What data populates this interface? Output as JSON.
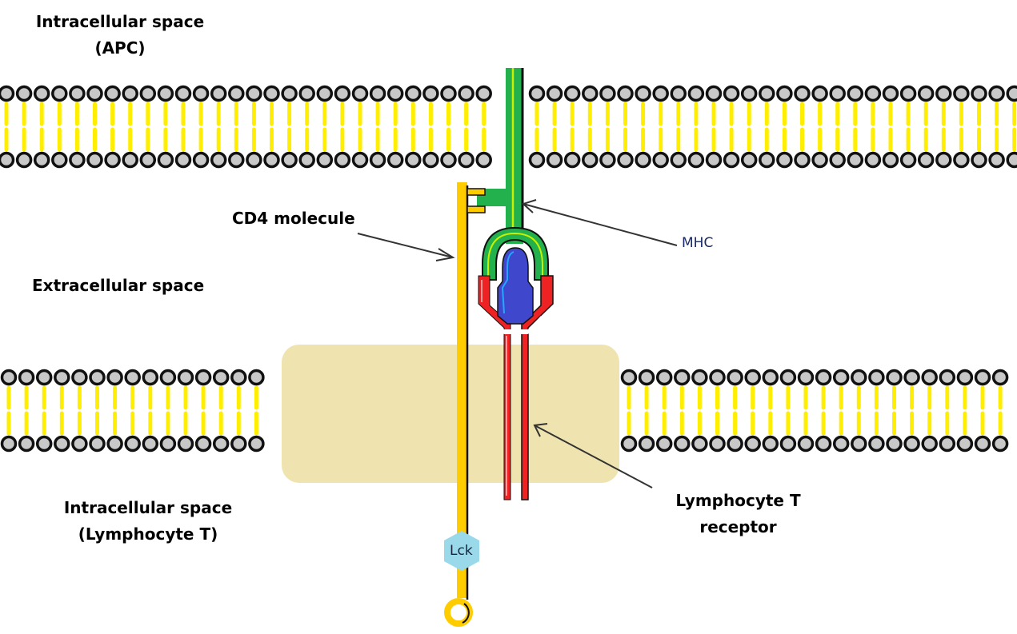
{
  "diagram": {
    "title": "CD4 / MHC / T-cell receptor interaction across membranes",
    "labels": {
      "apc_space_line1": "Intracellular space",
      "apc_space_line2": "(APC)",
      "extracellular": "Extracellular space",
      "tcell_space_line1": "Intracellular space",
      "tcell_space_line2": "(Lymphocyte T)",
      "cd4": "CD4 molecule",
      "mhc": "MHC",
      "tcr_line1": "Lymphocyte T",
      "tcr_line2": "receptor",
      "lck": "Lck"
    },
    "components": [
      {
        "id": "apc-membrane",
        "name": "APC plasma membrane (lipid bilayer)"
      },
      {
        "id": "tcell-membrane",
        "name": "T lymphocyte plasma membrane (lipid bilayer)"
      },
      {
        "id": "mhc",
        "name": "MHC",
        "connects_to": [
          "cd4",
          "tcr"
        ]
      },
      {
        "id": "cd4",
        "name": "CD4 molecule",
        "connects_to": [
          "mhc",
          "lck"
        ]
      },
      {
        "id": "tcr",
        "name": "Lymphocyte T receptor",
        "connects_to": [
          "mhc"
        ]
      },
      {
        "id": "lck",
        "name": "Lck",
        "attached_to": "cd4"
      },
      {
        "id": "antigen",
        "name": "Antigenic peptide (blue)"
      }
    ],
    "colors": {
      "lipid_head_fill": "#c8c8c8",
      "lipid_head_stroke": "#111111",
      "lipid_tail": "#ffee00",
      "mhc_green": "#22b14c",
      "mhc_inner_line": "#c8f000",
      "cd4_yellow": "#ffcc00",
      "tcr_red": "#ee2222",
      "peptide_blue": "#3f48cc",
      "lck_blue": "#99d9ea",
      "raft_tan": "#efe4b0"
    }
  }
}
